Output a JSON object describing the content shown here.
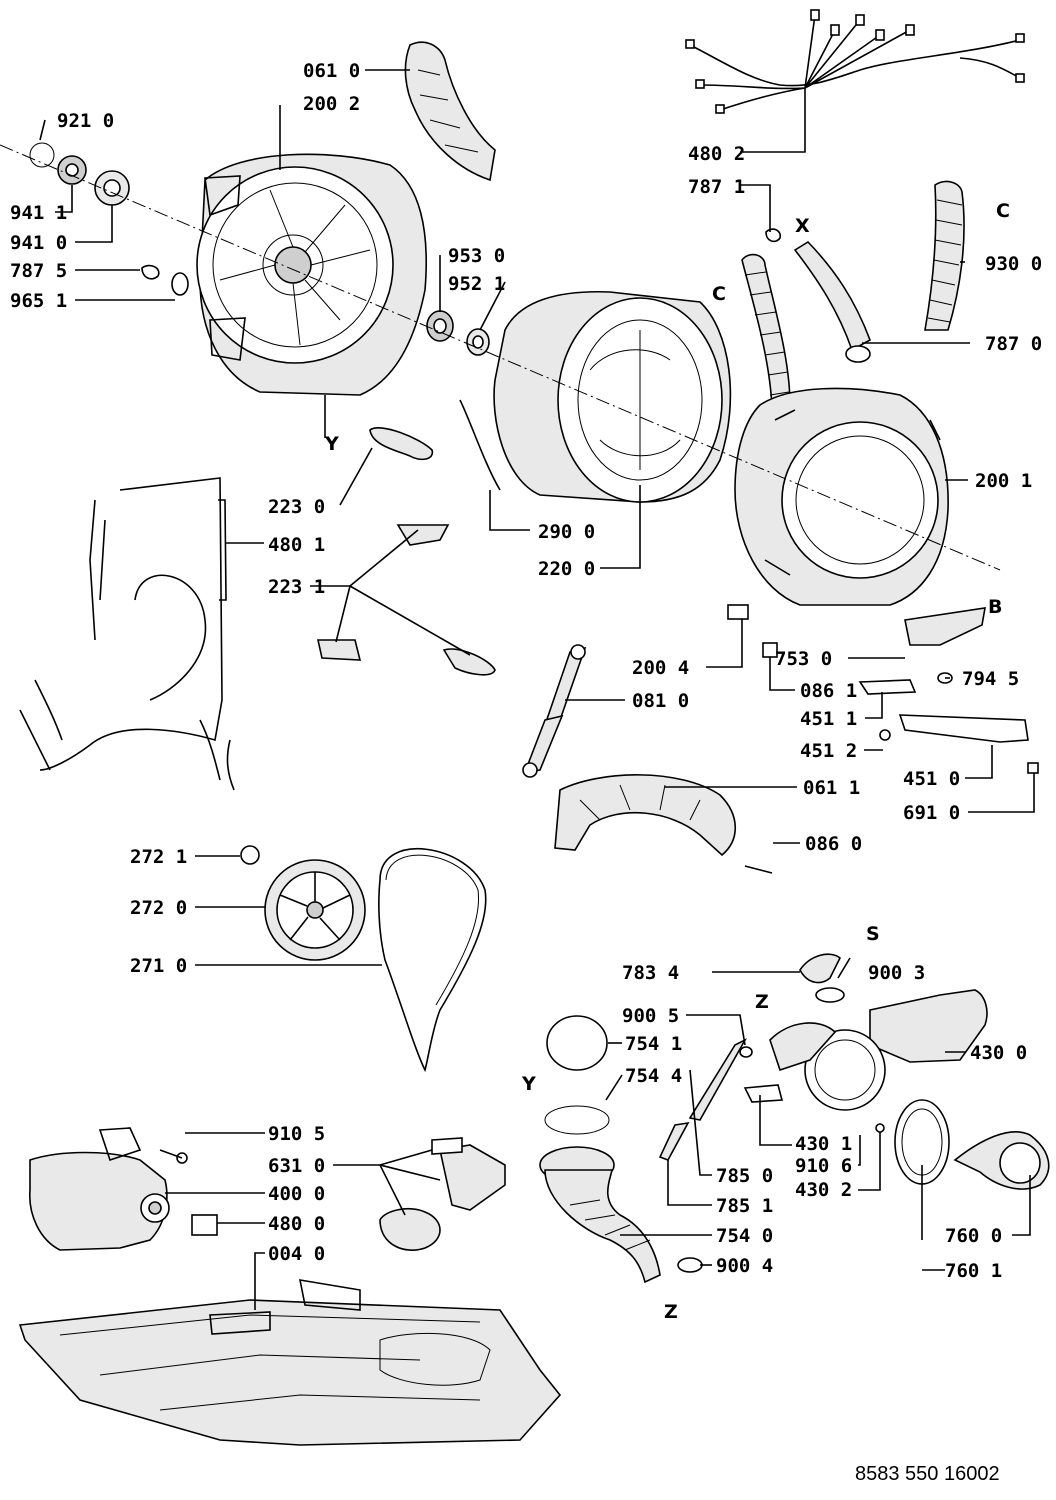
{
  "document_id": "8583 550 16002",
  "labels": [
    "061 0",
    "200 2",
    "921 0",
    "941 1",
    "941 0",
    "787 5",
    "965 1",
    "953 0",
    "952 1",
    "480 2",
    "787 1",
    "930 0",
    "787 0",
    "200 1",
    "223 0",
    "480 1",
    "223 1",
    "290 0",
    "220 0",
    "200 4",
    "753 0",
    "086 1",
    "794 5",
    "451 1",
    "081 0",
    "451 2",
    "451 0",
    "061 1",
    "691 0",
    "086 0",
    "272 1",
    "272 0",
    "271 0",
    "783 4",
    "900 3",
    "900 5",
    "754 1",
    "754 4",
    "430 0",
    "910 5",
    "631 0",
    "400 0",
    "480 0",
    "004 0",
    "785 0",
    "785 1",
    "754 0",
    "900 4",
    "430 1",
    "910 6",
    "430 2",
    "760 0",
    "760 1"
  ],
  "callout_letters": [
    "X",
    "C",
    "C",
    "Y",
    "B",
    "S",
    "Z",
    "Y",
    "Z"
  ]
}
